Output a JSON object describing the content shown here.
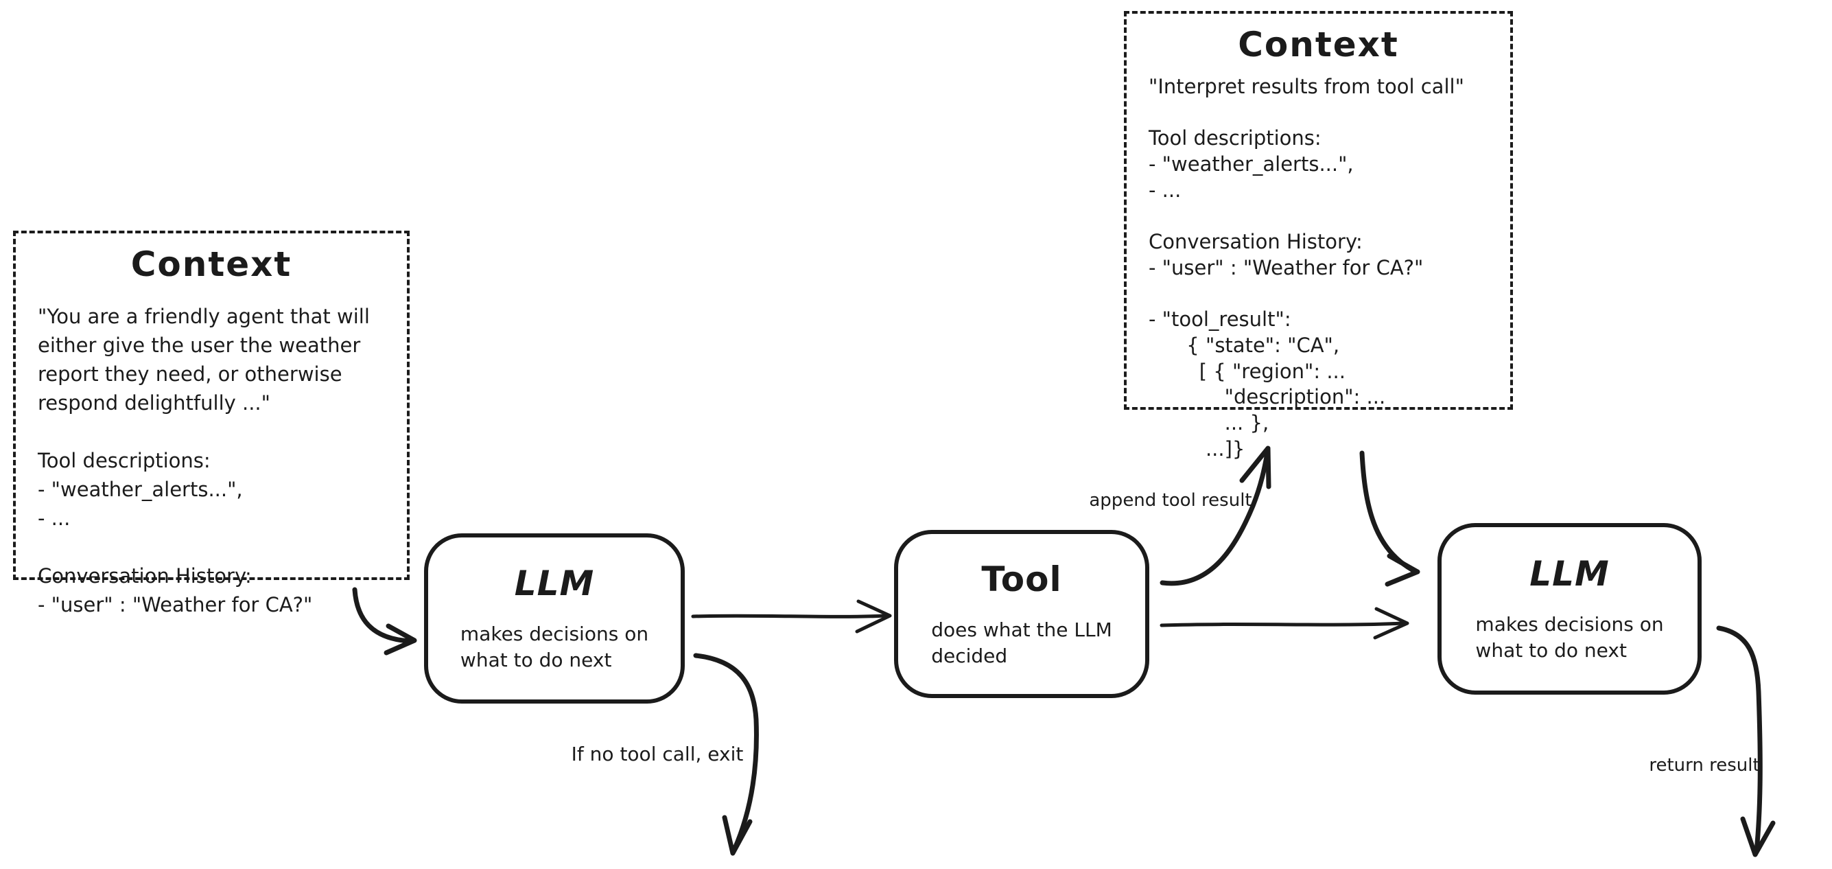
{
  "ink_color": "#1b1b1b",
  "background_color": "#ffffff",
  "context_left": {
    "title": "Context",
    "body": "\"You are a friendly agent that will\neither give the user the weather\nreport they need, or otherwise\nrespond delightfully ...\"\n\nTool descriptions:\n- \"weather_alerts...\",\n- ...\n\nConversation History:\n- \"user\" : \"Weather for CA?\""
  },
  "context_right": {
    "title": "Context",
    "body": "\"Interpret results from tool call\"\n\nTool descriptions:\n- \"weather_alerts...\",\n- ...\n\nConversation History:\n- \"user\" : \"Weather for CA?\"\n\n- \"tool_result\":\n      { \"state\": \"CA\",\n        [ { \"region\": ...\n            \"description\": ...\n            ... },\n         ...]}"
  },
  "nodes": {
    "llm1": {
      "title": "LLM",
      "subtitle": "makes decisions on\nwhat to do next"
    },
    "tool": {
      "title": "Tool",
      "subtitle": "does what the LLM\ndecided"
    },
    "llm2": {
      "title": "LLM",
      "subtitle": "makes decisions on\nwhat to do next"
    }
  },
  "labels": {
    "append_tool_result": "append tool result",
    "no_tool_call_exit": "If no tool call, exit",
    "return_result": "return result"
  }
}
